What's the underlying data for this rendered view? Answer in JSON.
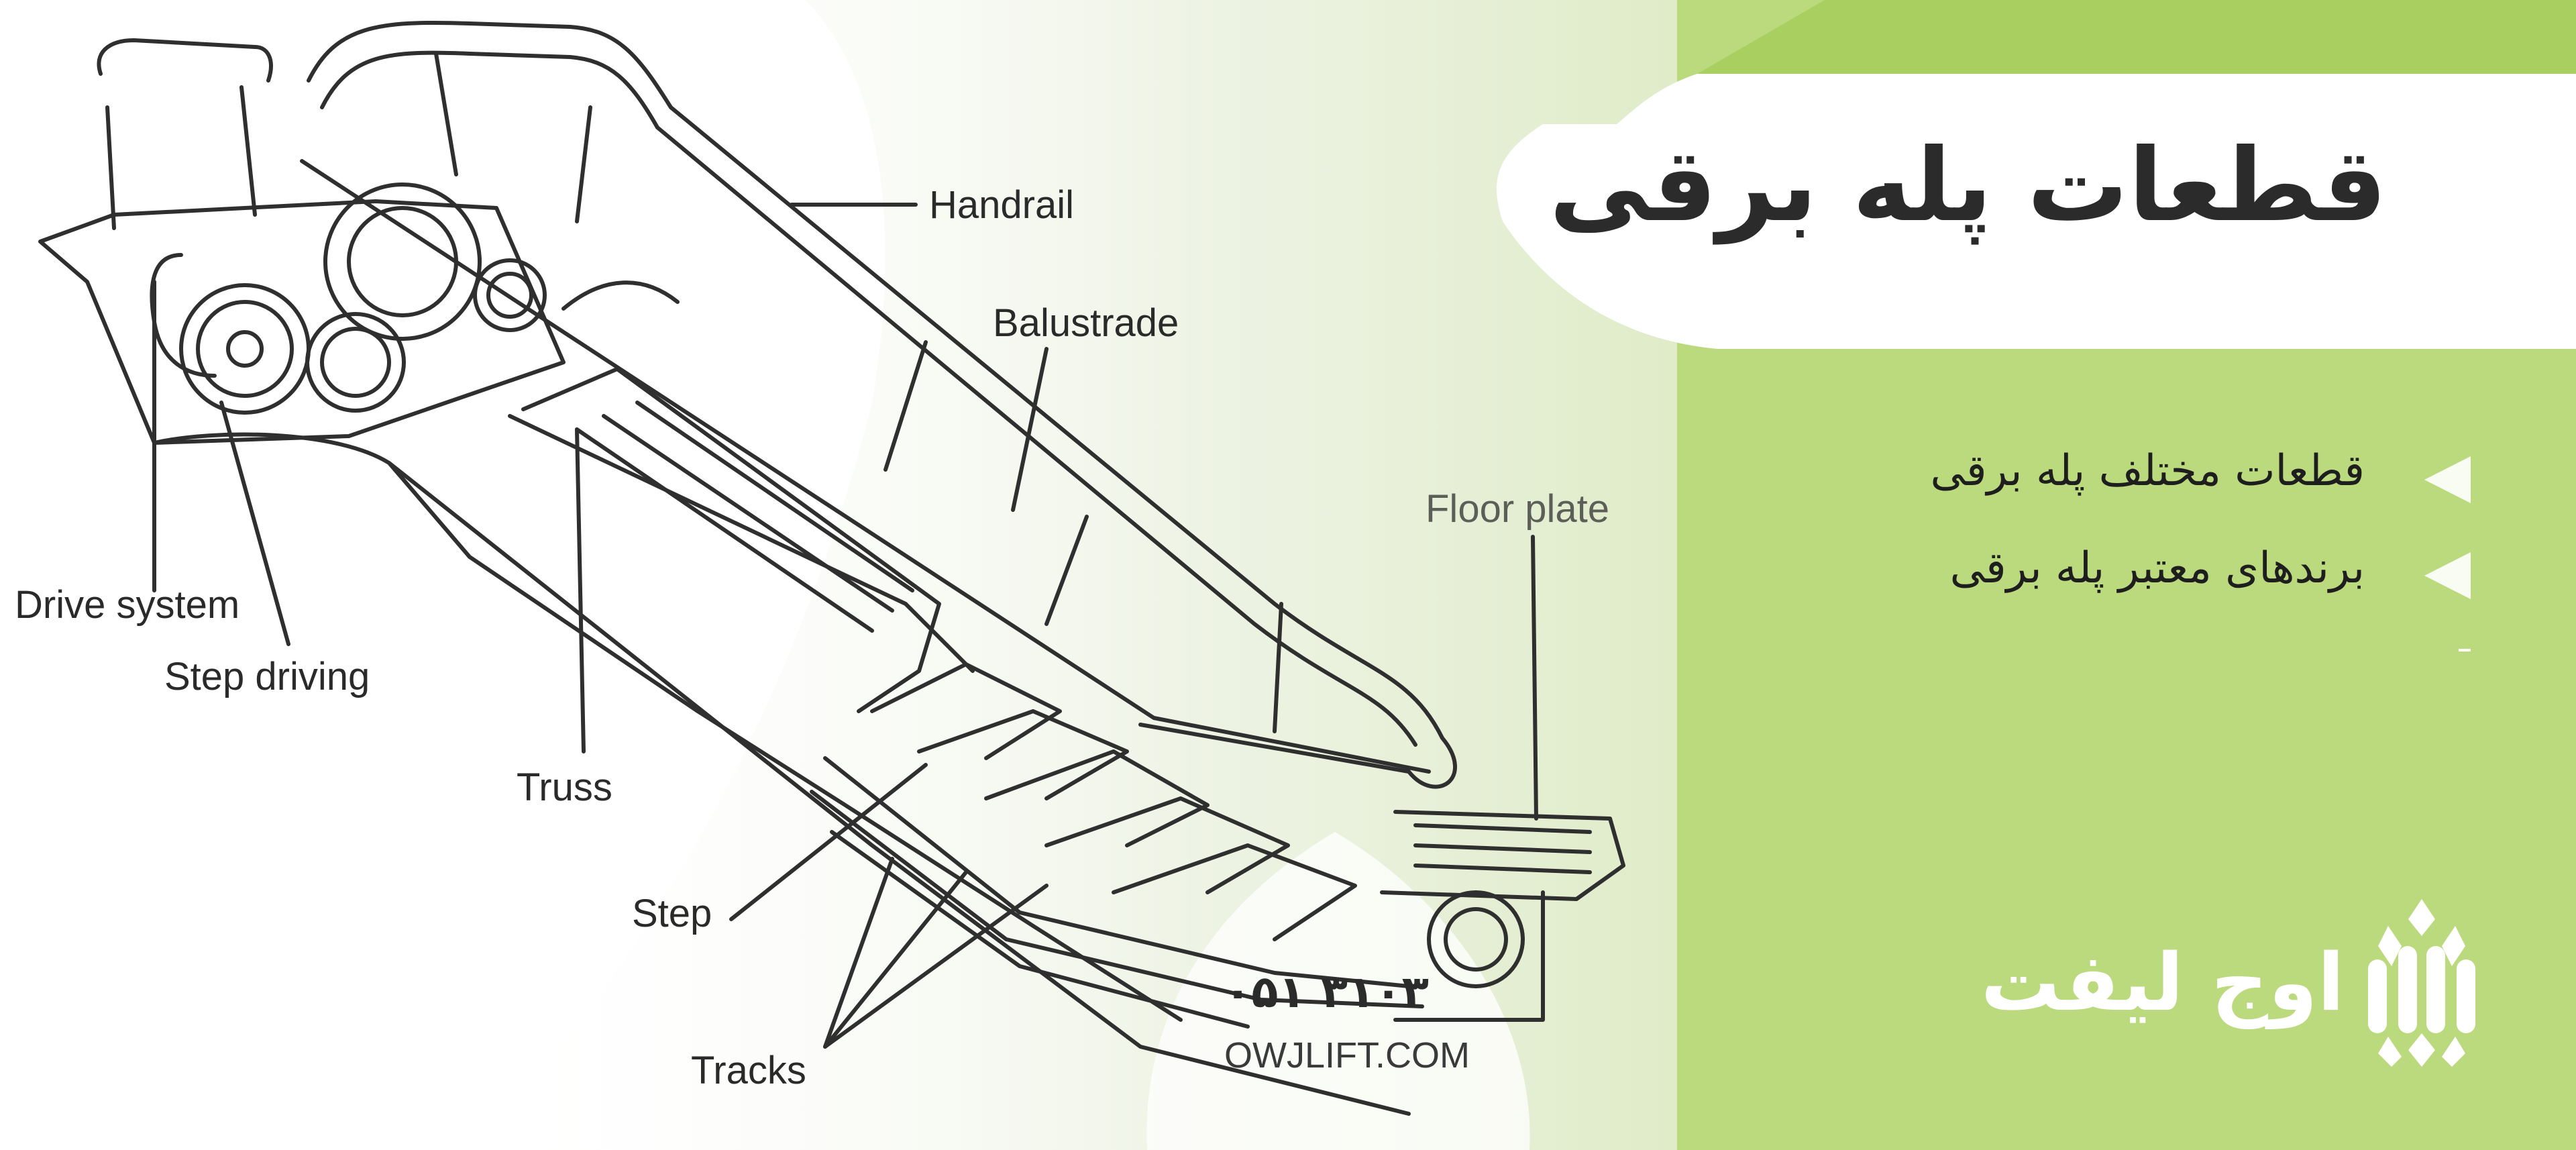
{
  "title": "قطعات پله برقی",
  "bullets": [
    "قطعات مختلف پله برقی",
    "برندهای معتبر پله برقی"
  ],
  "diagram_labels": {
    "handrail": "Handrail",
    "balustrade": "Balustrade",
    "floor_plate": "Floor plate",
    "drive_system": "Drive system",
    "step_driving": "Step driving",
    "truss": "Truss",
    "step": "Step",
    "tracks": "Tracks"
  },
  "contact": {
    "phone": "۰۵۱ ۳۱۰۳",
    "website": "OWJLIFT.COM"
  },
  "logo": {
    "text": "اوج لیفت"
  },
  "colors": {
    "accent_green": "#b8d87a",
    "light_green": "#c7e191",
    "title_box": "#ffffff",
    "text_dark": "#2b2b2b"
  }
}
